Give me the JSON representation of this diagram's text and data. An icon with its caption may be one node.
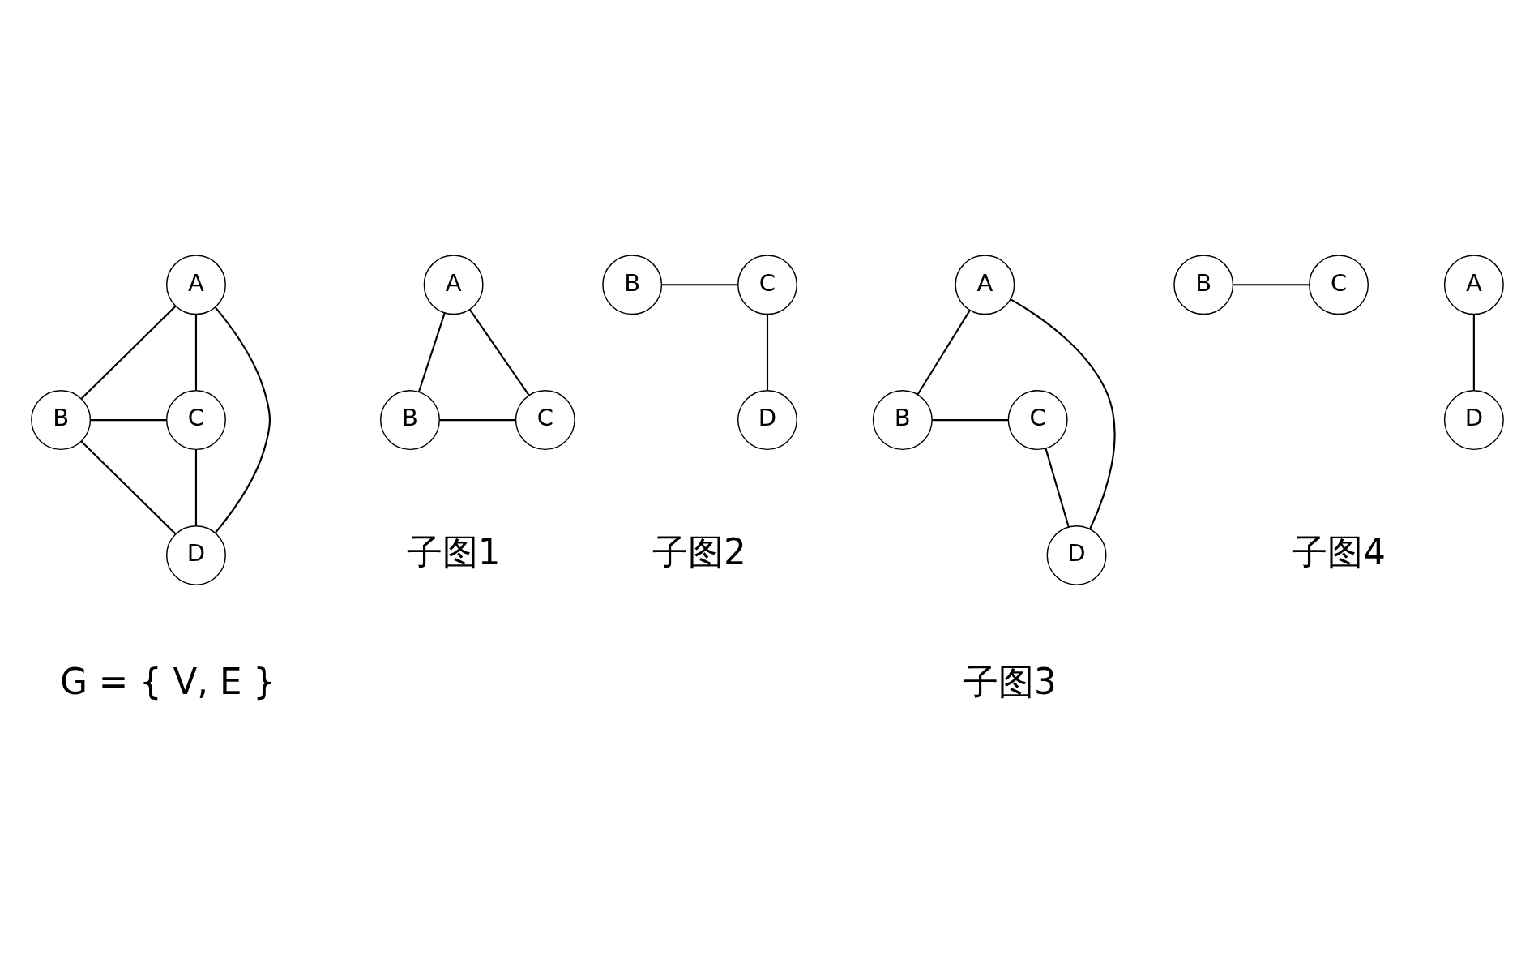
{
  "diagram": {
    "nodes": [
      {
        "text": [
          "A"
        ]
      },
      {
        "text": [
          "B"
        ]
      },
      {
        "text": [
          "C"
        ]
      },
      {
        "text": [
          "D"
        ]
      },
      {
        "text": [
          "A"
        ]
      },
      {
        "text": [
          "B"
        ]
      },
      {
        "text": [
          "C"
        ]
      },
      {
        "text": [
          "B"
        ]
      },
      {
        "text": [
          "C"
        ]
      },
      {
        "text": [
          "D"
        ]
      },
      {
        "text": [
          "A"
        ]
      },
      {
        "text": [
          "B"
        ]
      },
      {
        "text": [
          "C"
        ]
      },
      {
        "text": [
          "D"
        ]
      },
      {
        "text": [
          "A"
        ]
      },
      {
        "text": [
          "B"
        ]
      },
      {
        "text": [
          "C"
        ]
      },
      {
        "text": [
          "D"
        ]
      }
    ],
    "edges": [
      {
        "from": 0,
        "to": 1,
        "arrow": "none"
      },
      {
        "from": 0,
        "to": 2,
        "arrow": "none"
      },
      {
        "from": 0,
        "to": 3,
        "arrow": "none"
      },
      {
        "from": 1,
        "to": 2,
        "arrow": "none"
      },
      {
        "from": 1,
        "to": 3,
        "arrow": "none"
      },
      {
        "from": 2,
        "to": 3,
        "arrow": "none"
      },
      {
        "from": 4,
        "to": 5,
        "arrow": "none"
      },
      {
        "from": 4,
        "to": 6,
        "arrow": "none"
      },
      {
        "from": 5,
        "to": 6,
        "arrow": "none"
      },
      {
        "from": 7,
        "to": 8,
        "arrow": "none"
      },
      {
        "from": 8,
        "to": 9,
        "arrow": "none"
      },
      {
        "from": 10,
        "to": 11,
        "arrow": "none"
      },
      {
        "from": 10,
        "to": 13,
        "arrow": "none"
      },
      {
        "from": 11,
        "to": 12,
        "arrow": "none"
      },
      {
        "from": 12,
        "to": 13,
        "arrow": "none"
      },
      {
        "from": 14,
        "to": 17,
        "arrow": "none"
      },
      {
        "from": 15,
        "to": 16,
        "arrow": "none"
      }
    ],
    "labels": [
      "G = { V, E }",
      "子图1",
      "子图2",
      "子图3",
      "子图4"
    ]
  }
}
